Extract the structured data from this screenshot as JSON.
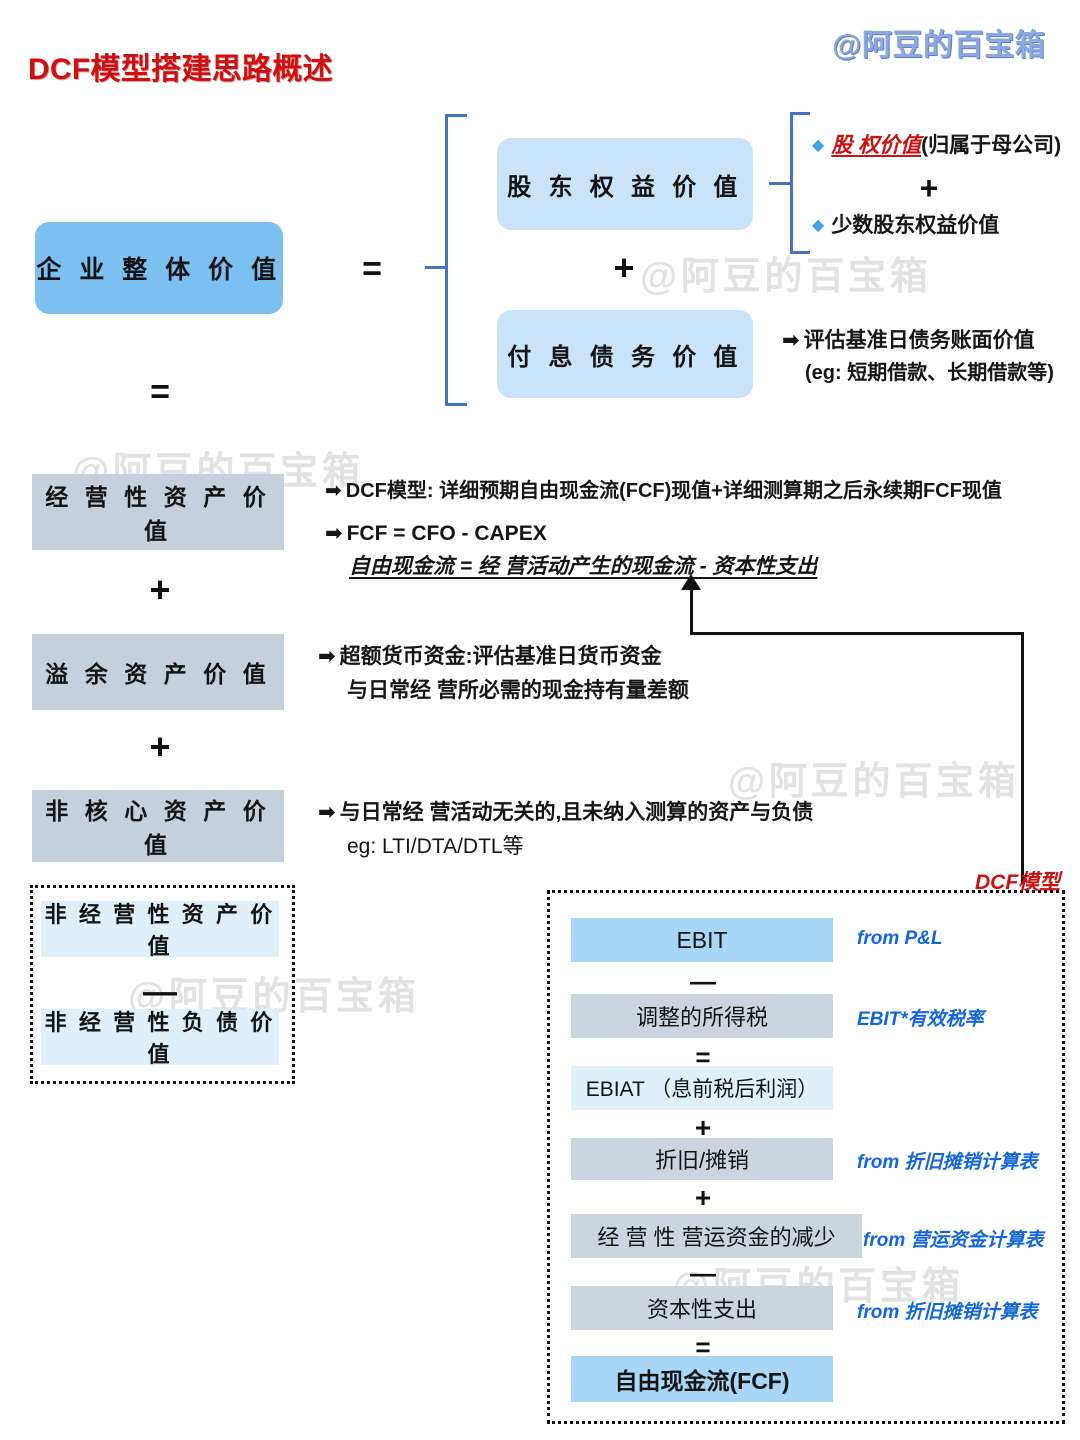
{
  "page": {
    "title": "DCF模型搭建思路概述",
    "watermark": "@阿豆的百宝箱",
    "colors": {
      "title_red": "#d01010",
      "brand_blue": "#4472c4",
      "box_blue": "#7cc0f2",
      "box_light_blue": "#c9e4f8",
      "box_gray": "#c6d0da",
      "box_pale": "#dff0f8",
      "from_label_blue": "#1266e0"
    }
  },
  "top_section": {
    "enterprise_box": "企 业 整 体 价 值",
    "equals_1": "=",
    "equity_box": "股 东 权 益 价 值",
    "plus_1": "+",
    "debt_box": "付 息 债 务 价 值",
    "equity_notes": [
      {
        "bullet": "◆",
        "strong": "股 权价值",
        "rest": "(归属于母公司)"
      },
      {
        "bullet": "◆",
        "strong": "",
        "rest": "少数股东权益价值"
      }
    ],
    "equity_notes_plus": "+",
    "debt_note_line1": "评估基准日债务账面价值",
    "debt_note_line2": "(eg: 短期借款、长期借款等)",
    "arrow": "➡"
  },
  "left_column": {
    "equals_2": "=",
    "operating_assets_box": "经 营 性 资 产 价 值",
    "plus_2": "+",
    "surplus_assets_box": "溢 余 资 产 价 值",
    "plus_3": "+",
    "noncore_assets_box": "非 核 心 资 产 价 值",
    "dotted_group": {
      "nonop_asset_box": "非 经 营 性 资 产 价 值",
      "minus": "—",
      "nonop_liability_box": "非 经 营 性 负 债 价 值"
    }
  },
  "right_notes": {
    "operating_assets": {
      "line1": "DCF模型: 详细预期自由现金流(FCF)现值+详细测算期之后永续期FCF现值",
      "line2": "FCF = CFO - CAPEX",
      "line3": "自由现金流 = 经 营活动产生的现金流 - 资本性支出"
    },
    "surplus_assets": {
      "line1": "超额货币资金:评估基准日货币资金",
      "line2": "与日常经 营所必需的现金持有量差额"
    },
    "noncore_assets": {
      "line1": "与日常经 营活动无关的,且未纳入测算的资产与负债",
      "line2": "eg: LTI/DTA/DTL等"
    }
  },
  "dcf_model": {
    "label": "DCF模型",
    "rows": [
      {
        "name": "EBIT",
        "note": "from P&L",
        "style": "sky",
        "op_after": "—"
      },
      {
        "name": "调整的所得税",
        "note": "EBIT*有效税率",
        "style": "steel",
        "op_after": "="
      },
      {
        "name": "EBIAT （息前税后利润）",
        "note": "",
        "style": "pale",
        "op_after": "+"
      },
      {
        "name": "折旧/摊销",
        "note": "from 折旧摊销计算表",
        "style": "steel",
        "op_after": "+"
      },
      {
        "name": "经 营 性 营运资金的减少",
        "note": "from 营运资金计算表",
        "style": "steel",
        "op_after": "—"
      },
      {
        "name": "资本性支出",
        "note": "from 折旧摊销计算表",
        "style": "steel",
        "op_after": "="
      },
      {
        "name": "自由现金流(FCF)",
        "note": "",
        "style": "sky",
        "op_after": ""
      }
    ]
  }
}
